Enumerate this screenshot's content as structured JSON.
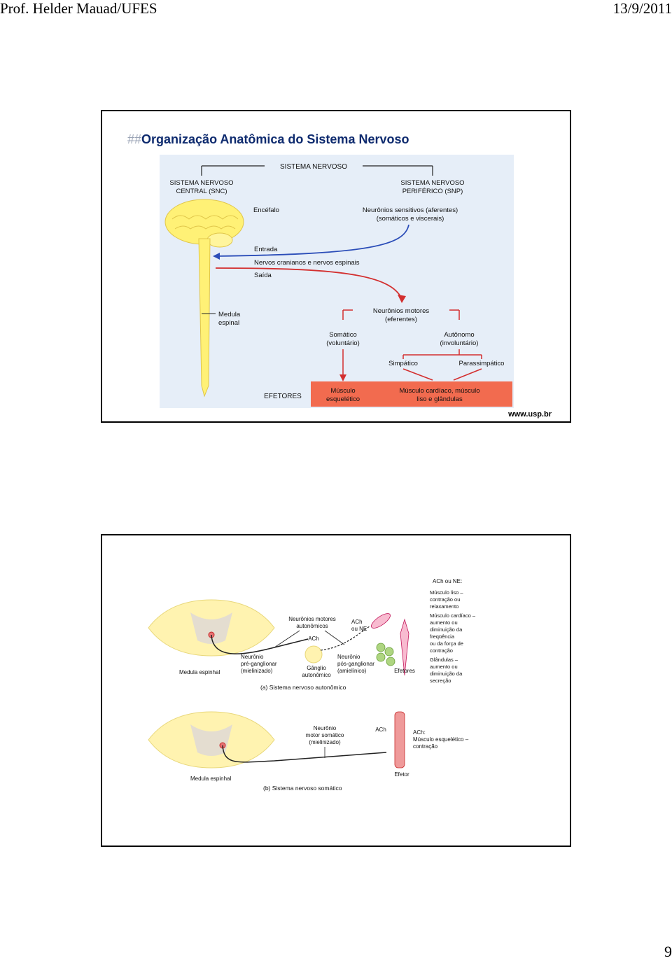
{
  "header": {
    "author": "Prof. Helder Mauad/UFES",
    "date": "13/9/2011"
  },
  "slide1": {
    "title_prefix": "##",
    "title": "Organização Anatômica do Sistema Nervoso",
    "credit": "www.usp.br",
    "diagram": {
      "root": "SISTEMA NERVOSO",
      "snc_1": "SISTEMA NERVOSO",
      "snc_2": "CENTRAL (SNC)",
      "snp_1": "SISTEMA NERVOSO",
      "snp_2": "PERIFÉRICO (SNP)",
      "encefalo": "Encéfalo",
      "sensitivos_1": "Neurônios sensitivos (aferentes)",
      "sensitivos_2": "(somáticos e viscerais)",
      "entrada": "Entrada",
      "nervos": "Nervos cranianos e nervos espinais",
      "saida": "Saída",
      "medula_1": "Medula",
      "medula_2": "espinal",
      "motores_1": "Neurônios motores",
      "motores_2": "(eferentes)",
      "somatico_1": "Somático",
      "somatico_2": "(voluntário)",
      "autonomo_1": "Autônomo",
      "autonomo_2": "(involuntário)",
      "simpatico": "Simpático",
      "parassimpatico": "Parassimpático",
      "efetores": "EFETORES",
      "musculo_esq_1": "Músculo",
      "musculo_esq_2": "esquelético",
      "musculo_card_1": "Músculo cardíaco, músculo",
      "musculo_card_2": "liso e glândulas"
    },
    "colors": {
      "title": "#0d2a6e",
      "spinal_cord": "#fff176",
      "afferent_arrow": "#2b4db8",
      "efferent_arrow": "#d32f2f",
      "effector_band": "#f26b4f"
    }
  },
  "slide2": {
    "panel_a": {
      "ach_ne_title": "ACh ou NE:",
      "musculo_liso_1": "Músculo liso –",
      "musculo_liso_2": "contração ou",
      "musculo_liso_3": "relaxamento",
      "musculo_card_1": "Músculo cardíaco –",
      "musculo_card_2": "aumento ou",
      "musculo_card_3": "diminuição da",
      "musculo_card_4": "freqüência",
      "musculo_card_5": "ou da força de",
      "musculo_card_6": "contração",
      "glandulas_1": "Glândulas –",
      "glandulas_2": "aumento ou",
      "glandulas_3": "diminuição da",
      "glandulas_4": "secreção",
      "motores_auto_1": "Neurônios motores",
      "motores_auto_2": "autonômicos",
      "ach": "ACh",
      "ach_ou_ne_1": "ACh",
      "ach_ou_ne_2": "ou NE",
      "pre_1": "Neurônio",
      "pre_2": "pré-ganglionar",
      "pre_3": "(mielinizado)",
      "ganglio_1": "Gânglio",
      "ganglio_2": "autonômico",
      "pos_1": "Neurônio",
      "pos_2": "pós-ganglionar",
      "pos_3": "(amielínico)",
      "efetores": "Efetores",
      "medula": "Medula espinhal",
      "caption": "(a) Sistema nervoso autonômico"
    },
    "panel_b": {
      "motor_1": "Neurônio",
      "motor_2": "motor somático",
      "motor_3": "(mielinizado)",
      "ach": "ACh",
      "ach_label": "ACh:",
      "musculo_1": "Músculo esquelético –",
      "musculo_2": "contração",
      "efetor": "Efetor",
      "medula": "Medula espinhal",
      "caption": "(b) Sistema nervoso somático"
    }
  },
  "page_number": "9"
}
